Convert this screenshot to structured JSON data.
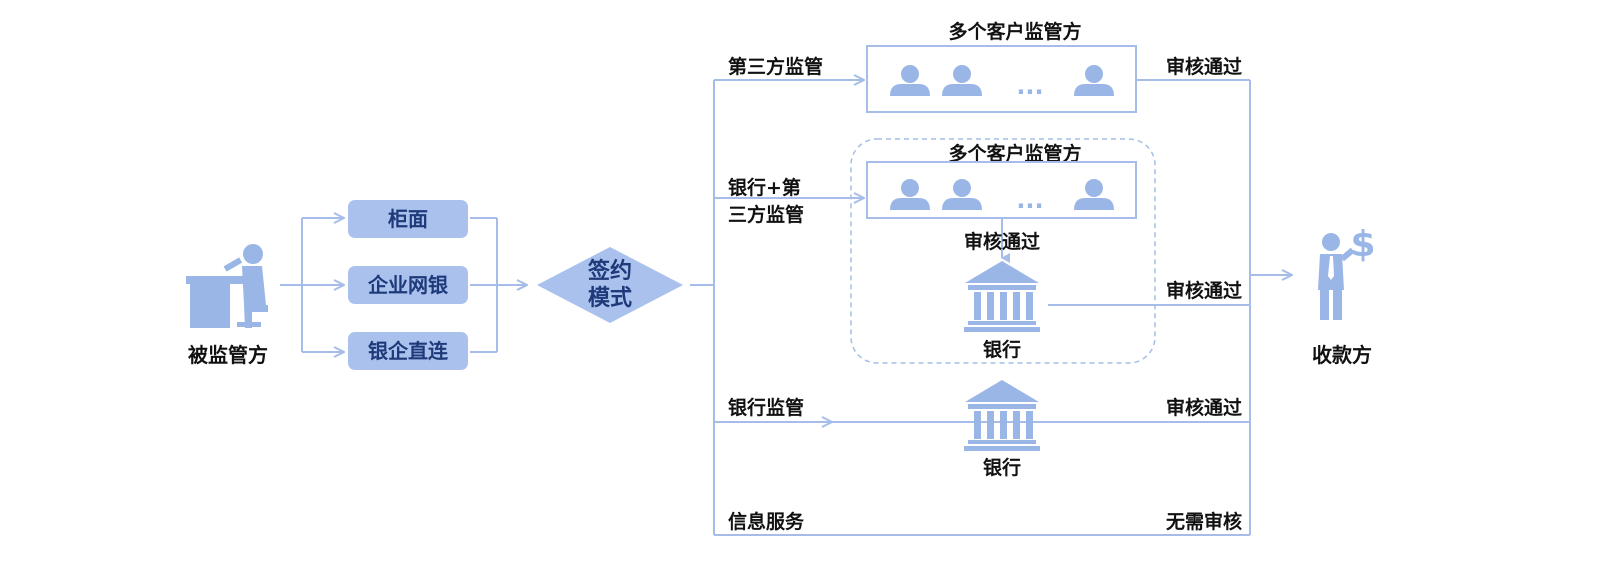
{
  "colors": {
    "line": "#a5bde8",
    "fill": "#a9c1ec",
    "icon": "#9ab6e6",
    "text": "#111111",
    "dark_text": "#1f3a7a"
  },
  "left": {
    "party": "被监管方"
  },
  "channels": [
    "柜面",
    "企业网银",
    "银企直连"
  ],
  "signing_mode": {
    "line1": "签约",
    "line2": "模式"
  },
  "routes": {
    "third_party": {
      "label": "第三方监管",
      "group_title": "多个客户监管方",
      "result": "审核通过"
    },
    "bank_third": {
      "label_line1": "银行+第",
      "label_line2": "三方监管",
      "group_title": "多个客户监管方",
      "inner_result": "审核通过",
      "bank": "银行",
      "result": "审核通过"
    },
    "bank": {
      "label": "银行监管",
      "bank": "银行",
      "result": "审核通过"
    },
    "info": {
      "label": "信息服务",
      "result": "无需审核"
    }
  },
  "ellipsis": "...",
  "payee": {
    "label": "收款方",
    "currency_symbol": "$"
  },
  "icons": {
    "person": "person-icon",
    "bank": "bank-icon",
    "desk_worker": "desk-worker-icon",
    "businessman": "businessman-icon"
  }
}
